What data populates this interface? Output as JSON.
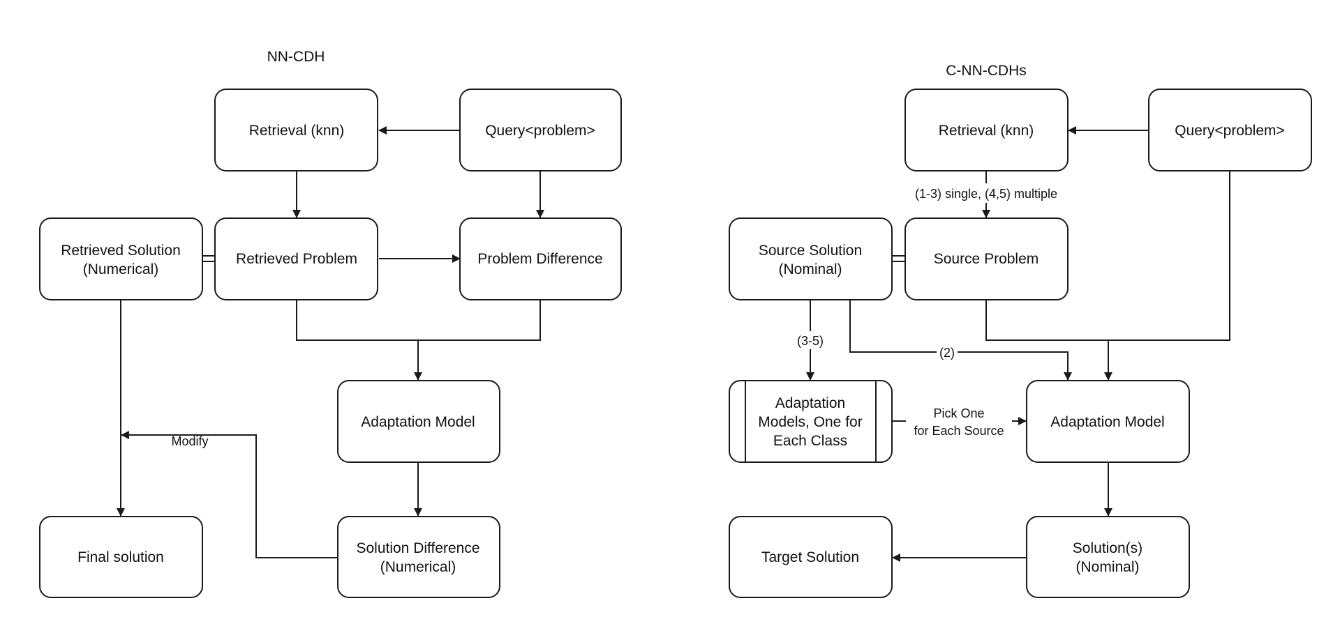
{
  "left": {
    "title": "NN-CDH",
    "nodes": {
      "retrieval": "Retrieval (knn)",
      "query": "Query<problem>",
      "retrieved_solution": [
        "Retrieved Solution",
        "(Numerical)"
      ],
      "retrieved_problem": "Retrieved Problem",
      "problem_difference": "Problem Difference",
      "adaptation_model": "Adaptation Model",
      "final_solution": "Final solution",
      "solution_difference": [
        "Solution Difference",
        "(Numerical)"
      ]
    },
    "edge_labels": {
      "modify": "Modify"
    }
  },
  "right": {
    "title": "C-NN-CDHs",
    "nodes": {
      "retrieval": "Retrieval (knn)",
      "query": "Query<problem>",
      "source_solution": [
        "Source Solution",
        "(Nominal)"
      ],
      "source_problem": "Source Problem",
      "adaptation_models": [
        "Adaptation",
        "Models, One for",
        "Each Class"
      ],
      "adaptation_model": "Adaptation Model",
      "target_solution": "Target Solution",
      "solutions": [
        "Solution(s)",
        "(Nominal)"
      ]
    },
    "edge_labels": {
      "retrieval_to_source": "(1-3) single, (4,5) multiple",
      "three_to_five": "(3-5)",
      "two": "(2)",
      "pick_one": [
        "Pick One",
        "for Each Source"
      ]
    }
  }
}
